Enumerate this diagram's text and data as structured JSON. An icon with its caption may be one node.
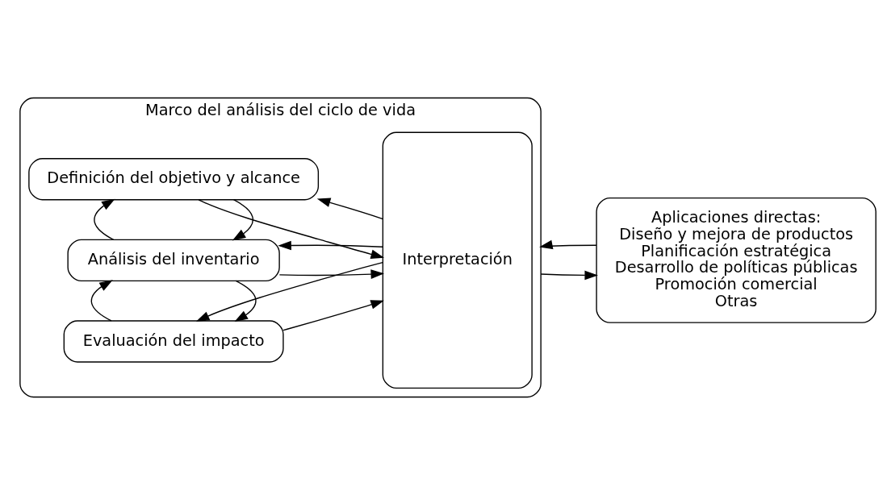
{
  "diagram": {
    "nodes": [
      {
        "text": [
          "Marco del análisis del ciclo de vida"
        ]
      },
      {
        "text": [
          "Definición del objetivo y alcance"
        ],
        "in": 0
      },
      {
        "text": [
          "Análisis del inventario"
        ],
        "in": 0
      },
      {
        "text": [
          "Evaluación del impacto"
        ],
        "in": 0
      },
      {
        "text": [
          "Interpretación"
        ],
        "in": 0
      },
      {
        "text": [
          "Aplicaciones directas:",
          "Diseño y mejora de productos",
          "Planificación estratégica",
          "Desarrollo de políticas públicas",
          "Promoción comercial",
          "Otras"
        ]
      }
    ],
    "edges": [
      {
        "from": 1,
        "to": 4,
        "arrow": "to"
      },
      {
        "from": 4,
        "to": 1,
        "arrow": "to"
      },
      {
        "from": 1,
        "to": 2,
        "arrow": "to"
      },
      {
        "from": 2,
        "to": 1,
        "arrow": "to"
      },
      {
        "from": 2,
        "to": 4,
        "arrow": "to"
      },
      {
        "from": 4,
        "to": 2,
        "arrow": "to"
      },
      {
        "from": 2,
        "to": 3,
        "arrow": "to"
      },
      {
        "from": 3,
        "to": 2,
        "arrow": "to"
      },
      {
        "from": 4,
        "to": 3,
        "arrow": "to"
      },
      {
        "from": 3,
        "to": 4,
        "arrow": "to"
      },
      {
        "from": 0,
        "to": 5,
        "arrow": "to"
      },
      {
        "from": 5,
        "to": 0,
        "arrow": "to"
      }
    ]
  }
}
